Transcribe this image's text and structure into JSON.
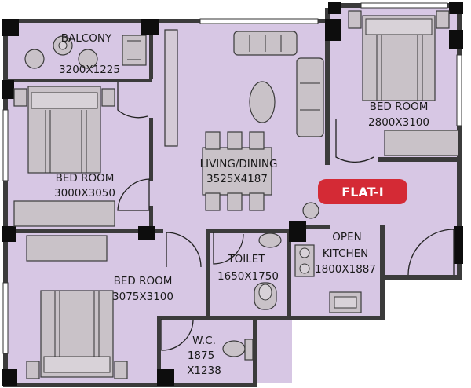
{
  "plan": {
    "badge": "FLAT-I",
    "colors": {
      "floor": "#d7c7e4",
      "wall": "#3b3b3b",
      "badge": "#d42a35"
    },
    "rooms": {
      "balcony": {
        "name": "BALCONY",
        "size": "3200X1225"
      },
      "bedroom_top_left": {
        "name": "BED ROOM",
        "size": "3000X3050"
      },
      "bedroom_top_right": {
        "name": "BED ROOM",
        "size": "2800X3100"
      },
      "living_dining": {
        "name": "LIVING/DINING",
        "size": "3525X4187"
      },
      "bedroom_bottom_left": {
        "name": "BED ROOM",
        "size": "3075X3100"
      },
      "toilet": {
        "name": "TOILET",
        "size": "1650X1750"
      },
      "kitchen": {
        "name_line1": "OPEN",
        "name_line2": "KITCHEN",
        "size": "1800X1887"
      },
      "wc": {
        "name": "W.C.",
        "size_line1": "1875",
        "size_line2": "X1238"
      }
    }
  }
}
